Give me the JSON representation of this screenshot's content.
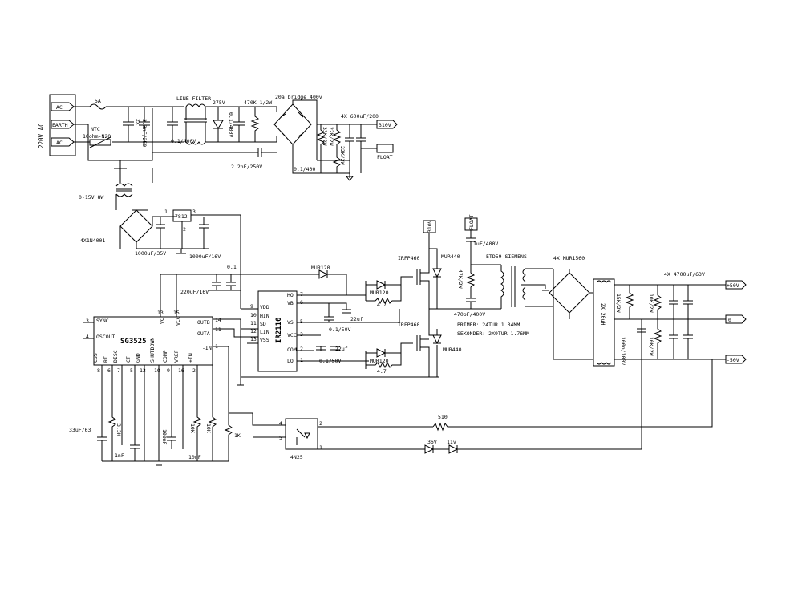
{
  "mains": {
    "voltage_label": "220V AC",
    "ac1": "AC",
    "earth": "EARTH",
    "ac2": "AC"
  },
  "input": {
    "fuse": "5A",
    "ntc_title": "NTC",
    "ntc_value": "10ohm-N20",
    "x_cap": "2x",
    "x_cap_value": "3.3nF/250"
  },
  "line_filter": {
    "title": "LINE FILTER",
    "tvs": "275V",
    "cap": "0.1/400V",
    "cap2": "0.1/400V",
    "bleeder": "470K 1/2W",
    "y_cap": "2.2nF/250V"
  },
  "bridge": {
    "title": "20a bridge 400v",
    "caps_title": "4X 600uF/200",
    "snubber_cap": "0.1/400",
    "res1": "33K/2W",
    "res2": "22K/2W",
    "res3": "22K/2W",
    "rail": "310V",
    "float": "FLOAT"
  },
  "aux": {
    "transformer": "0-15V 8W",
    "diodes": "4X1N4001",
    "reg": "7812",
    "pin1": "1",
    "pin2": "2",
    "pin3": "3",
    "cap_in": "1000uF/35V",
    "cap_out": "1000uF/16V",
    "decoup": "0.1",
    "cap_vcc": "220uF/16V"
  },
  "sg3525": {
    "name": "SG3525",
    "left_pins": [
      {
        "num": "3",
        "name": "SYNC"
      },
      {
        "num": "4",
        "name": "OSCOUT"
      }
    ],
    "top_pins": [
      {
        "num": "13",
        "name": "VC"
      },
      {
        "num": "15",
        "name": "VCC"
      }
    ],
    "right_pins": [
      {
        "num": "14",
        "name": "OUTB"
      },
      {
        "num": "11",
        "name": "OUTA"
      },
      {
        "num": "1",
        "name": "-IN"
      }
    ],
    "bottom_pins": [
      {
        "num": "8",
        "name": "CSS"
      },
      {
        "num": "6",
        "name": "RT"
      },
      {
        "num": "7",
        "name": "DISC"
      },
      {
        "num": "5",
        "name": "CT"
      },
      {
        "num": "12",
        "name": "GND"
      },
      {
        "num": "10",
        "name": "SHUTDOWN"
      },
      {
        "num": "9",
        "name": "COMP"
      },
      {
        "num": "16",
        "name": "VREF"
      },
      {
        "num": "2",
        "name": "+IN"
      }
    ]
  },
  "ir2110": {
    "name": "IR2110",
    "left_pins": [
      {
        "num": "9",
        "name": "VDD"
      },
      {
        "num": "10",
        "name": "HIN"
      },
      {
        "num": "11",
        "name": "SD"
      },
      {
        "num": "12",
        "name": "LIN"
      },
      {
        "num": "13",
        "name": "VSS"
      }
    ],
    "right_pins": [
      {
        "num": "7",
        "name": "HO"
      },
      {
        "num": "6",
        "name": "VB"
      },
      {
        "num": "5",
        "name": "VS"
      },
      {
        "num": "3",
        "name": "VCC"
      },
      {
        "num": "2",
        "name": "COM"
      },
      {
        "num": "1",
        "name": "LO"
      }
    ]
  },
  "gate_drive": {
    "boot_diode": "MUR120",
    "gate_diode_hi": "MUR120",
    "gate_diode_lo": "MUR120",
    "gate_res_hi": "4.7",
    "gate_res_lo": "4.7",
    "boot_cap": "22uf",
    "boot_cap2": "0.1/50V",
    "vcc_cap": "22uf",
    "vcc_cap2": "0.1/50V"
  },
  "mosfets": {
    "hi": "IRFP460",
    "lo": "IRFP460",
    "free_hi": "MUR440",
    "free_lo": "MUR440",
    "rail": "310V"
  },
  "transformer": {
    "float": "FLOAT",
    "dc_block": "1uF/400V",
    "core": "ETD59 SIEMENS",
    "snub_res": "47K/2W",
    "snub_cap": "470pF/400V",
    "primary": "PRIMER: 24TUR 1.34MM",
    "secondary": "SEKONDER: 2X9TUR 1.76MM"
  },
  "output": {
    "rectifier": "4X MUR1560",
    "choke": "2X 20uH",
    "caps_title": "4X 4700uF/63V",
    "res1": "15K/2W",
    "res2": "10K/2W",
    "res3": "10K/2W",
    "cap_small": "100n/100V",
    "pos": "+50V",
    "zero": "0",
    "neg": "-50V"
  },
  "feedback": {
    "opto": "4N25",
    "opto_pin4": "4",
    "opto_pin5": "5",
    "opto_pin2": "2",
    "opto_pin1": "1",
    "res": "510",
    "zener1": "36V",
    "zener2": "11v",
    "css_cap": "33uF/63",
    "rt_pot": "3.3K",
    "ct_cap": "1nF",
    "comp_cap": "100nF",
    "vref_r1": "10K",
    "vref_r2": "10K",
    "in_res": "1K",
    "vref_cap": "10nF"
  }
}
